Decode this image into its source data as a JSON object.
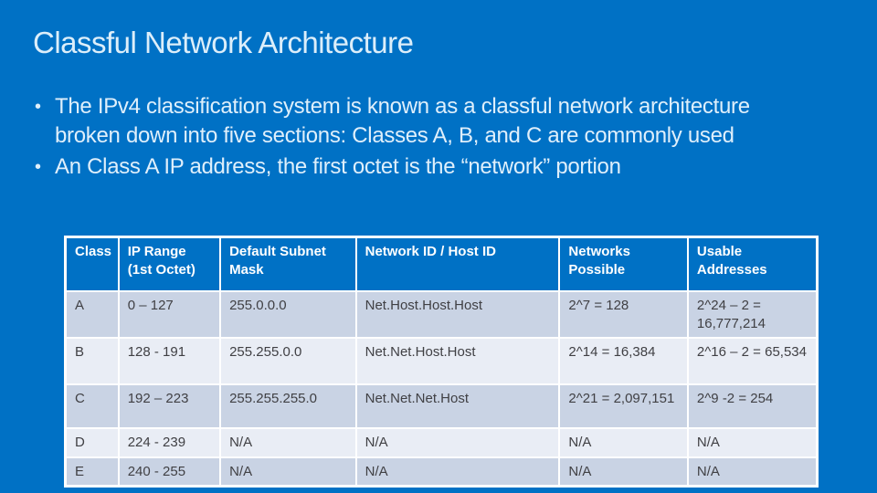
{
  "slide": {
    "title": "Classful Network Architecture",
    "bullet_marker": "•",
    "bullets": [
      "The IPv4 classification system is known as a classful network architecture broken down into five sections: Classes A, B, and C are commonly used",
      "An Class A IP address, the first octet is the “network” portion"
    ]
  },
  "colors": {
    "background": "#0071C5",
    "header_bg": "#0071C5",
    "header_text": "#FFFFFF",
    "title_text": "#DCEEFA",
    "body_text": "#DFEFFB",
    "row_dark": "#C9D3E4",
    "row_light": "#E9EDF5",
    "cell_text": "#404044",
    "border": "#FFFFFF"
  },
  "table": {
    "headers": [
      "Class",
      "IP Range (1st Octet)",
      "Default Subnet Mask",
      "Network ID / Host ID",
      "Networks Possible",
      "Usable Addresses"
    ],
    "rows": [
      [
        "A",
        "0 – 127",
        "255.0.0.0",
        "Net.Host.Host.Host",
        "2^7 = 128",
        "2^24 – 2 = 16,777,214"
      ],
      [
        "B",
        "128 - 191",
        "255.255.0.0",
        "Net.Net.Host.Host",
        "2^14 = 16,384",
        "2^16 – 2 = 65,534"
      ],
      [
        "C",
        "192 – 223",
        "255.255.255.0",
        "Net.Net.Net.Host",
        "2^21 = 2,097,151",
        "2^9 -2 = 254"
      ],
      [
        "D",
        "224 - 239",
        "N/A",
        "N/A",
        "N/A",
        "N/A"
      ],
      [
        "E",
        "240 - 255",
        "N/A",
        "N/A",
        "N/A",
        "N/A"
      ]
    ]
  }
}
